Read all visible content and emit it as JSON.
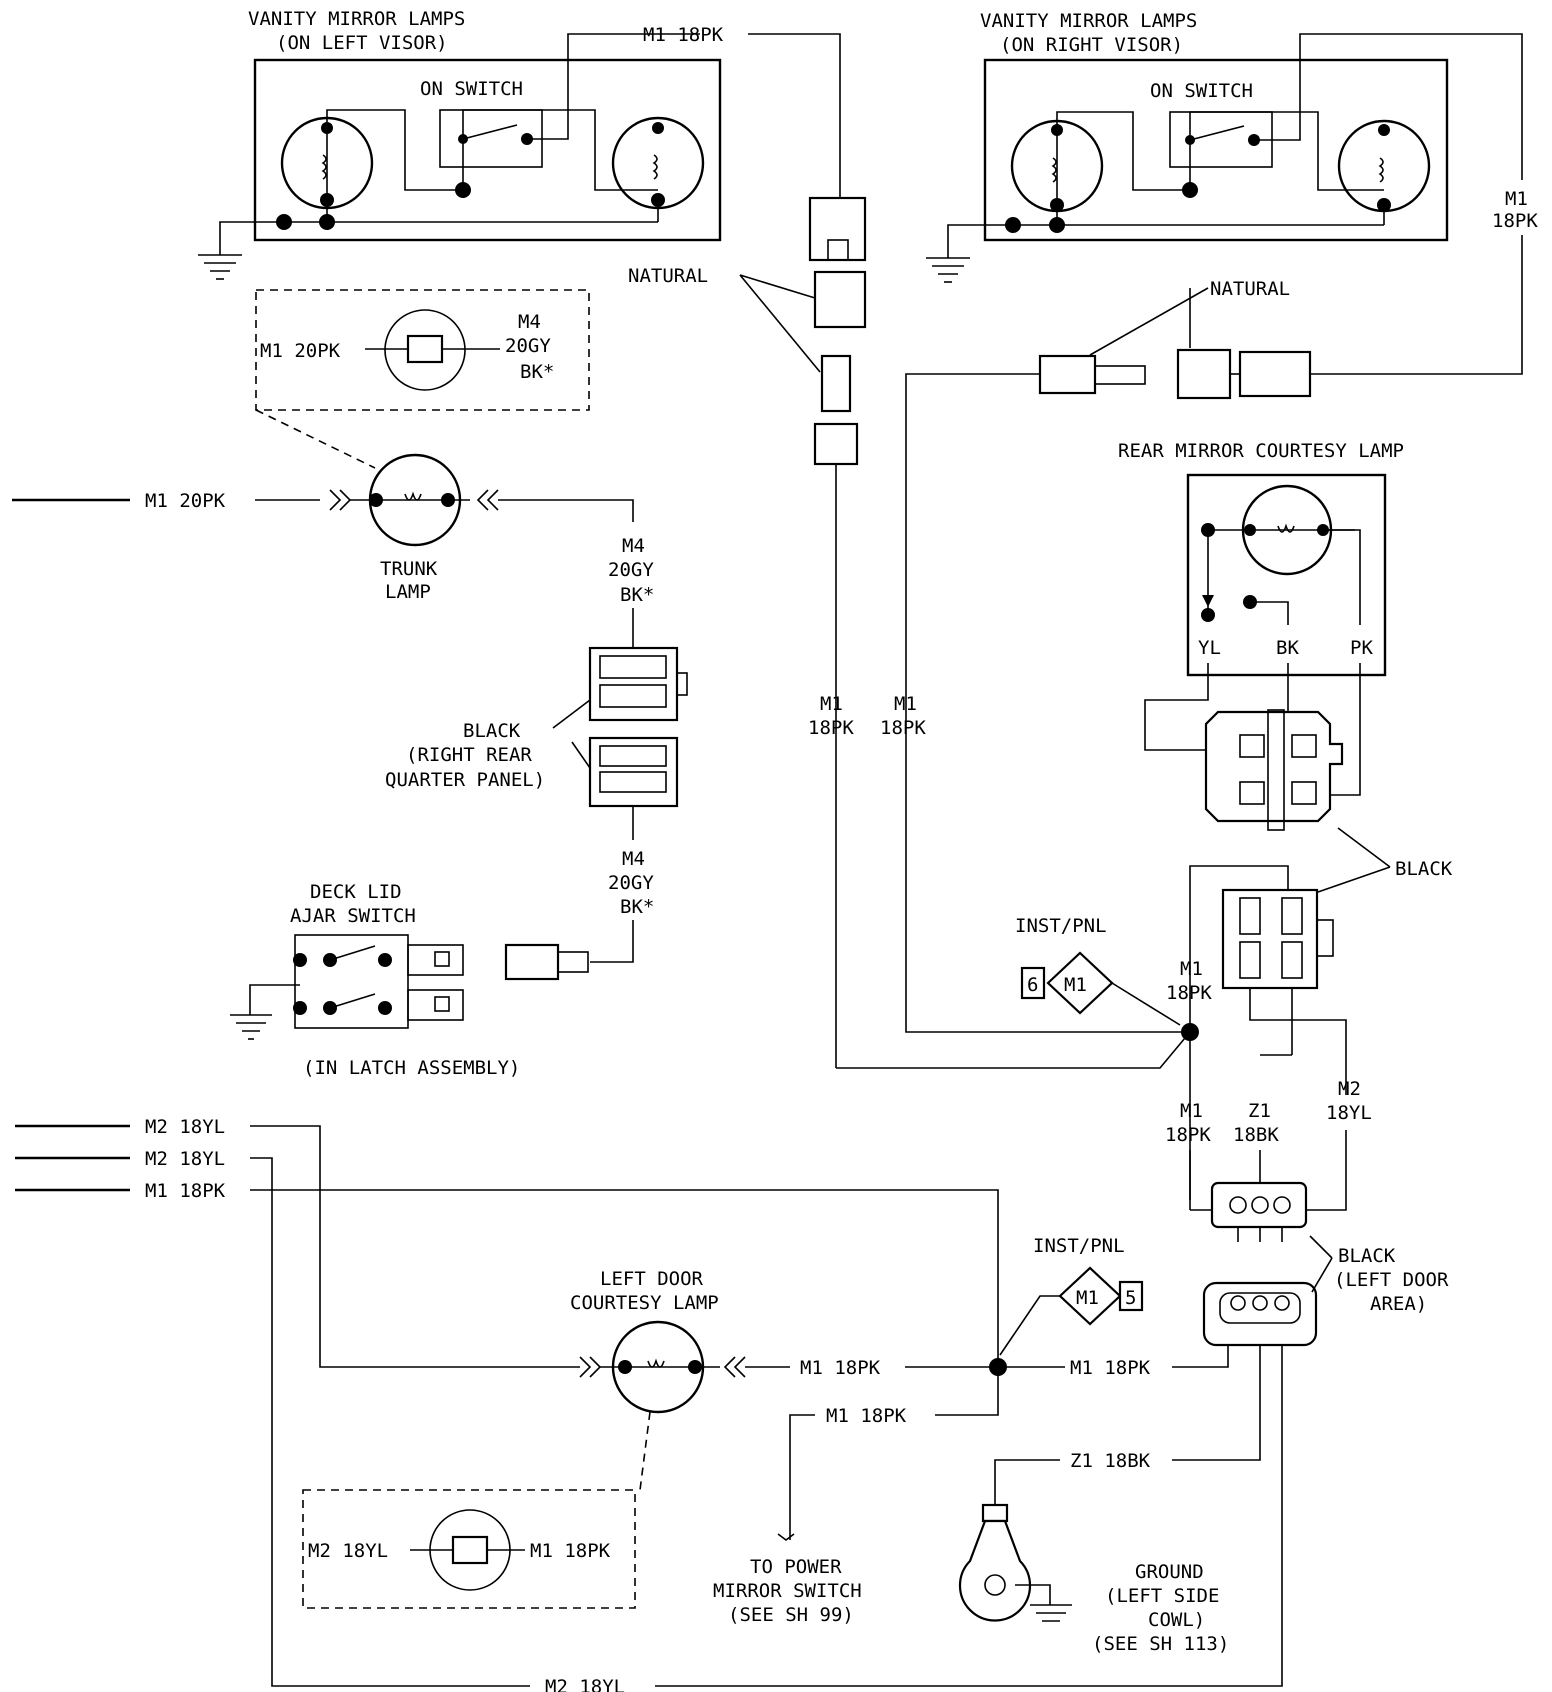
{
  "vanity_left": {
    "title1": "VANITY MIRROR LAMPS",
    "title2": "(ON LEFT VISOR)",
    "switch": "ON SWITCH",
    "wire": "M1 18PK"
  },
  "vanity_right": {
    "title1": "VANITY MIRROR LAMPS",
    "title2": "(ON RIGHT VISOR)",
    "switch": "ON SWITCH",
    "wire1": "M1",
    "wire2": "18PK"
  },
  "natural_left": "NATURAL",
  "natural_right": "NATURAL",
  "trunk_inset": {
    "left": "M1 20PK",
    "right1": "M4",
    "right2": "20GY",
    "right3": "BK*"
  },
  "trunk": {
    "wire_in": "M1 20PK",
    "label1": "TRUNK",
    "label2": "LAMP",
    "wire_out1": "M4",
    "wire_out2": "20GY",
    "wire_out3": "BK*"
  },
  "black_rrqp": {
    "l1": "BLACK",
    "l2": "(RIGHT REAR",
    "l3": "QUARTER PANEL)"
  },
  "deck_wire": {
    "l1": "M4",
    "l2": "20GY",
    "l3": "BK*"
  },
  "deck_switch": {
    "l1": "DECK LID",
    "l2": "AJAR SWITCH",
    "note": "(IN LATCH ASSEMBLY)"
  },
  "vertical_wires": {
    "a1": "M1",
    "a2": "18PK",
    "b1": "M1",
    "b2": "18PK"
  },
  "rear_mirror": {
    "title": "REAR MIRROR COURTESY LAMP",
    "yl": "YL",
    "bk": "BK",
    "pk": "PK"
  },
  "black_right": "BLACK",
  "inst_pnl_top": {
    "label": "INST/PNL",
    "pin": "6",
    "circuit": "M1"
  },
  "splice_top_wire": {
    "l1": "M1",
    "l2": "18PK"
  },
  "lower_wires": {
    "m1_1": "M1",
    "m1_2": "18PK",
    "z1_1": "Z1",
    "z1_2": "18BK",
    "m2_1": "M2",
    "m2_2": "18YL"
  },
  "black_left_door": {
    "l1": "BLACK",
    "l2": "(LEFT DOOR",
    "l3": "AREA)"
  },
  "bottom_left_wires": {
    "w1": "M2 18YL",
    "w2": "M2 18YL",
    "w3": "M1 18PK"
  },
  "left_door_lamp": {
    "l1": "LEFT DOOR",
    "l2": "COURTESY LAMP",
    "wire_right": "M1 18PK"
  },
  "inst_pnl_bottom": {
    "label": "INST/PNL",
    "circuit": "M1",
    "pin": "5"
  },
  "splice_bottom_wire": "M1 18PK",
  "power_mirror": {
    "wire": "M1 18PK",
    "l1": "TO POWER",
    "l2": "MIRROR SWITCH",
    "l3": "(SEE SH 99)"
  },
  "ground_wire": "Z1 18BK",
  "ground": {
    "l1": "GROUND",
    "l2": "(LEFT SIDE",
    "l3": "COWL)",
    "l4": "(SEE SH 113)"
  },
  "door_inset": {
    "left": "M2 18YL",
    "right": "M1 18PK"
  },
  "bottom_wire": "M2 18YL"
}
